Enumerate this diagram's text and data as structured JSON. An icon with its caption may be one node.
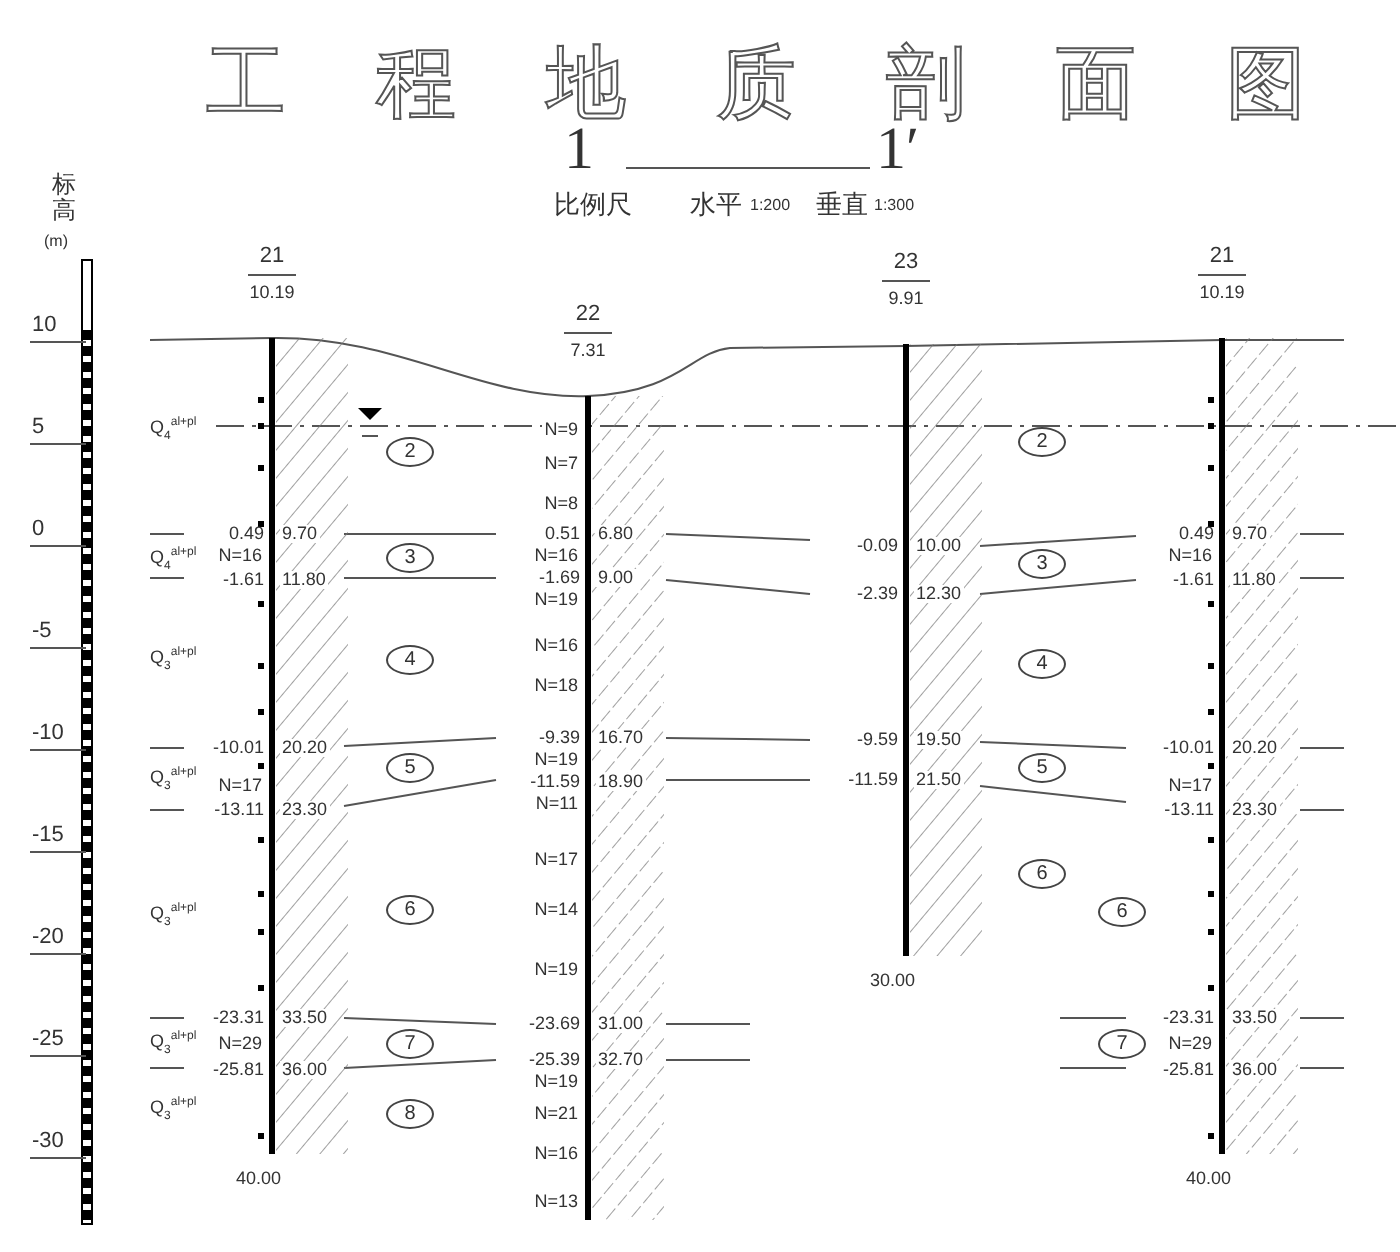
{
  "diagram": {
    "title": "工程地质剖面图",
    "nodes": [
      {
        "text": [
          "21",
          "10.19"
        ],
        "beside": [
          "40.00"
        ]
      },
      {
        "text": [
          "22",
          "7.31"
        ]
      },
      {
        "text": [
          "23",
          "9.91"
        ],
        "beside": [
          "30.00"
        ]
      },
      {
        "text": [
          "21",
          "10.19"
        ],
        "beside": [
          "40.00"
        ]
      },
      {
        "text": [
          "2"
        ]
      },
      {
        "text": [
          "3"
        ]
      },
      {
        "text": [
          "4"
        ]
      },
      {
        "text": [
          "5"
        ]
      },
      {
        "text": [
          "6"
        ]
      },
      {
        "text": [
          "7"
        ]
      },
      {
        "text": [
          "8"
        ]
      },
      {
        "text": [
          "2"
        ]
      },
      {
        "text": [
          "3"
        ]
      },
      {
        "text": [
          "4"
        ]
      },
      {
        "text": [
          "5"
        ]
      },
      {
        "text": [
          "6"
        ]
      },
      {
        "text": [
          "6"
        ]
      },
      {
        "text": [
          "7"
        ]
      }
    ],
    "labels": [
      "1",
      "1′",
      "比例尺",
      "水平",
      "1:200",
      "垂直",
      "1:300",
      "标高",
      "(m)",
      "10",
      "5",
      "0",
      "-5",
      "-10",
      "-15",
      "-20",
      "-25",
      "-30",
      "Q$_{4}$$^{al+pl}$",
      "Q$_{4}$$^{al+pl}$",
      "Q$_{3}$$^{al+pl}$",
      "Q$_{3}$$^{al+pl}$",
      "Q$_{3}$$^{al+pl}$",
      "Q$_{3}$$^{al+pl}$",
      "Q$_{3}$$^{al+pl}$",
      "0.49",
      "9.70",
      "N=16",
      "-1.61",
      "11.80",
      "-10.01",
      "20.20",
      "N=17",
      "-13.11",
      "23.30",
      "-23.31",
      "33.50",
      "N=29",
      "-25.81",
      "36.00",
      "N=9",
      "N=7",
      "N=8",
      "0.51",
      "6.80",
      "N=16",
      "-1.69",
      "9.00",
      "N=19",
      "N=16",
      "N=18",
      "-9.39",
      "16.70",
      "N=19",
      "-11.59",
      "18.90",
      "N=11",
      "N=17",
      "N=14",
      "N=19",
      "-23.69",
      "31.00",
      "-25.39",
      "32.70",
      "N=19",
      "N=21",
      "N=16",
      "N=13",
      "-0.09",
      "10.00",
      "-2.39",
      "12.30",
      "-9.59",
      "19.50",
      "-11.59",
      "21.50",
      "0.49",
      "9.70",
      "N=16",
      "-1.61",
      "11.80",
      "-10.01",
      "20.20",
      "N=17",
      "-13.11",
      "23.30",
      "-23.31",
      "33.50",
      "N=29",
      "-25.81",
      "36.00"
    ]
  }
}
